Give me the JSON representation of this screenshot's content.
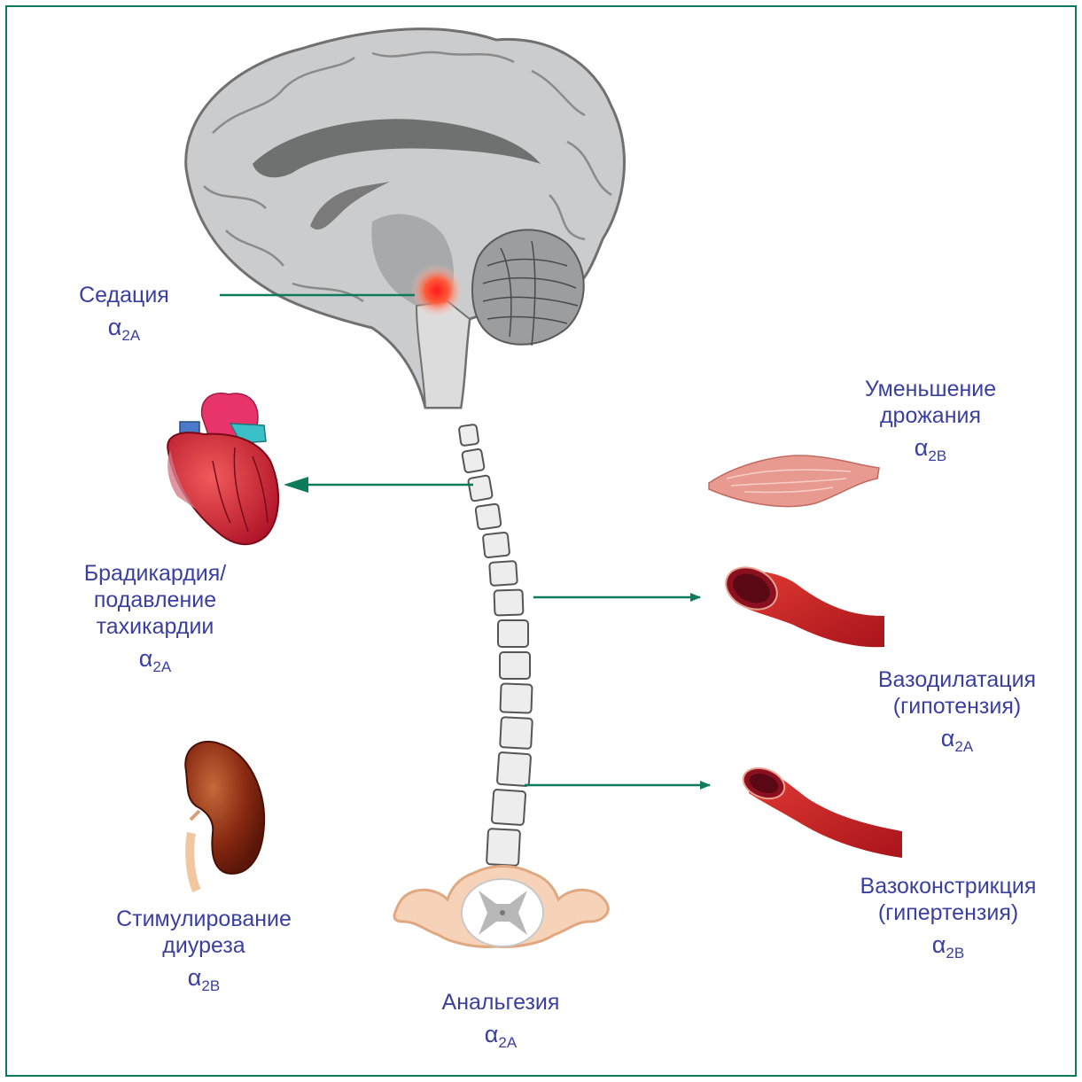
{
  "colors": {
    "frame": "#0e7a5c",
    "arrow": "#0e7a5c",
    "label_text": "#3a3fa0",
    "brain": "#c9cacb",
    "spine": "#ededed",
    "heart": "#d8243a",
    "vessel": "#c81f25",
    "kidney": "#8a2a12",
    "muscle": "#e99a90",
    "spinal_cord": "#f4c4a4"
  },
  "labels": {
    "sedation": {
      "lines": [
        "Седация"
      ],
      "receptor_symbol": "α",
      "receptor_sub": "2A"
    },
    "bradycardia": {
      "lines": [
        "Брадикардия/",
        "подавление",
        "тахикардии"
      ],
      "receptor_symbol": "α",
      "receptor_sub": "2A"
    },
    "diuresis": {
      "lines": [
        "Стимулирование",
        "диуреза"
      ],
      "receptor_symbol": "α",
      "receptor_sub": "2B"
    },
    "analgesia": {
      "lines": [
        "Анальгезия"
      ],
      "receptor_symbol": "α",
      "receptor_sub": "2A"
    },
    "tremor": {
      "lines": [
        "Уменьшение",
        "дрожания"
      ],
      "receptor_symbol": "α",
      "receptor_sub": "2B"
    },
    "vasodilation": {
      "lines": [
        "Вазодилатация",
        "(гипотензия)"
      ],
      "receptor_symbol": "α",
      "receptor_sub": "2A"
    },
    "vasoconstriction": {
      "lines": [
        "Вазоконстрикция",
        "(гипертензия)"
      ],
      "receptor_symbol": "α",
      "receptor_sub": "2B"
    }
  },
  "icons": [
    "brain-icon",
    "spine-icon",
    "heart-icon",
    "kidney-icon",
    "muscle-icon",
    "blood-vessel-icon",
    "spinal-cord-icon",
    "locus-coeruleus-highlight"
  ]
}
